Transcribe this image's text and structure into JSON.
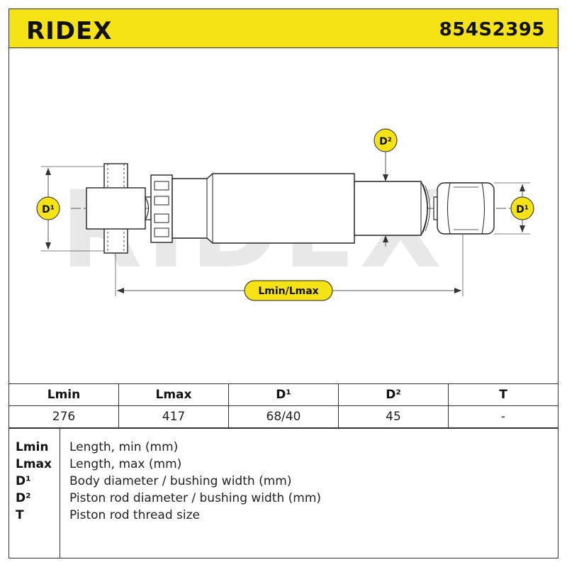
{
  "header": {
    "brand": "RIDEX",
    "part_number": "854S2395",
    "brand_color": "#f6e316"
  },
  "diagram": {
    "labels": {
      "d1_left": "D¹",
      "d1_right": "D¹",
      "d2": "D²",
      "length": "Lmin/Lmax"
    },
    "watermark": "RIDEX"
  },
  "spec_table": {
    "headers": [
      "Lmin",
      "Lmax",
      "D¹",
      "D²",
      "T"
    ],
    "values": [
      "276",
      "417",
      "68/40",
      "45",
      "-"
    ]
  },
  "legend": [
    {
      "key": "Lmin",
      "desc": "Length, min (mm)"
    },
    {
      "key": "Lmax",
      "desc": "Length, max (mm)"
    },
    {
      "key": "D¹",
      "desc": "Body diameter / bushing width (mm)"
    },
    {
      "key": "D²",
      "desc": "Piston rod diameter / bushing width (mm)"
    },
    {
      "key": "T",
      "desc": "Piston rod thread size"
    }
  ]
}
